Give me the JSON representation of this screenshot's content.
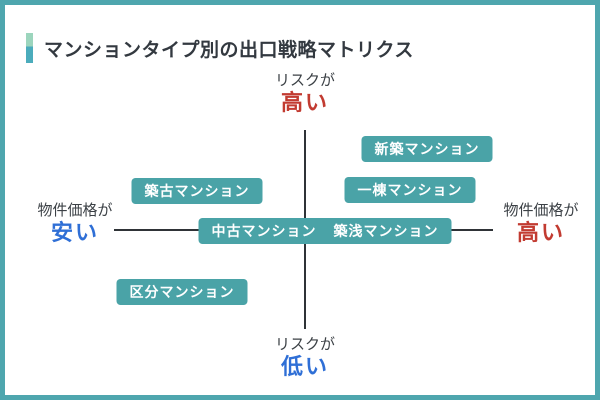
{
  "diagram": {
    "title": "マンションタイプ別の出口戦略マトリクス",
    "axes": {
      "top": {
        "prefix": "リスクが",
        "value": "高い"
      },
      "bottom": {
        "prefix": "リスクが",
        "value": "低い"
      },
      "left": {
        "prefix": "物件価格が",
        "value": "安い"
      },
      "right": {
        "prefix": "物件価格が",
        "value": "高い"
      }
    },
    "items": [
      {
        "label": "新築マンション",
        "quadrant": "price-high-risk-high"
      },
      {
        "label": "一棟マンション",
        "quadrant": "price-high-risk-high"
      },
      {
        "label": "築古マンション",
        "quadrant": "price-low-risk-high"
      },
      {
        "label": "中古マンション",
        "quadrant": "center-left-on-axis"
      },
      {
        "label": "築浅マンション",
        "quadrant": "center-right-on-axis"
      },
      {
        "label": "区分マンション",
        "quadrant": "price-low-risk-low"
      }
    ],
    "colors": {
      "accent_border": "#4EA6AE",
      "box_fill": "#4AA3A7",
      "high_red": "#C23B31",
      "low_blue": "#2F6FD6",
      "axis_line": "#2F3337",
      "title_text": "#333940",
      "label_text": "#3C4146",
      "accent_top": "#9CD5BD",
      "accent_bottom": "#4BACBC"
    }
  }
}
